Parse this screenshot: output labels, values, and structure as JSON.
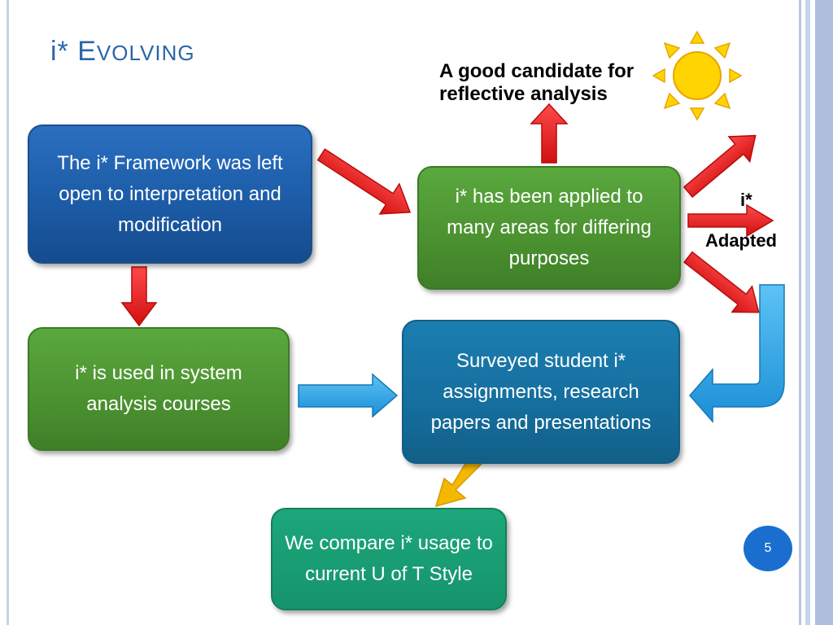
{
  "slide": {
    "title_first": "i* E",
    "title_rest": "VOLVING",
    "page_number": "5"
  },
  "boxes": {
    "framework": "The i* Framework was left open to interpretation and modification",
    "applied": "i* has been applied to many areas for differing purposes",
    "courses": "i* is used in system analysis courses",
    "surveyed": "Surveyed student i* assignments, research papers and presentations",
    "compare": "We compare i* usage to current U of T Style"
  },
  "labels": {
    "reflective": "A good candidate for reflective analysis",
    "adapted_line1": "i*",
    "adapted_line2": "Adapted"
  },
  "colors": {
    "red_arrow": "#ee1c1c",
    "blue_arrow": "#2aa3e6",
    "orange_arrow": "#f5b800",
    "sun": "#ffd400"
  },
  "icons": {
    "sun": "sun-icon"
  }
}
